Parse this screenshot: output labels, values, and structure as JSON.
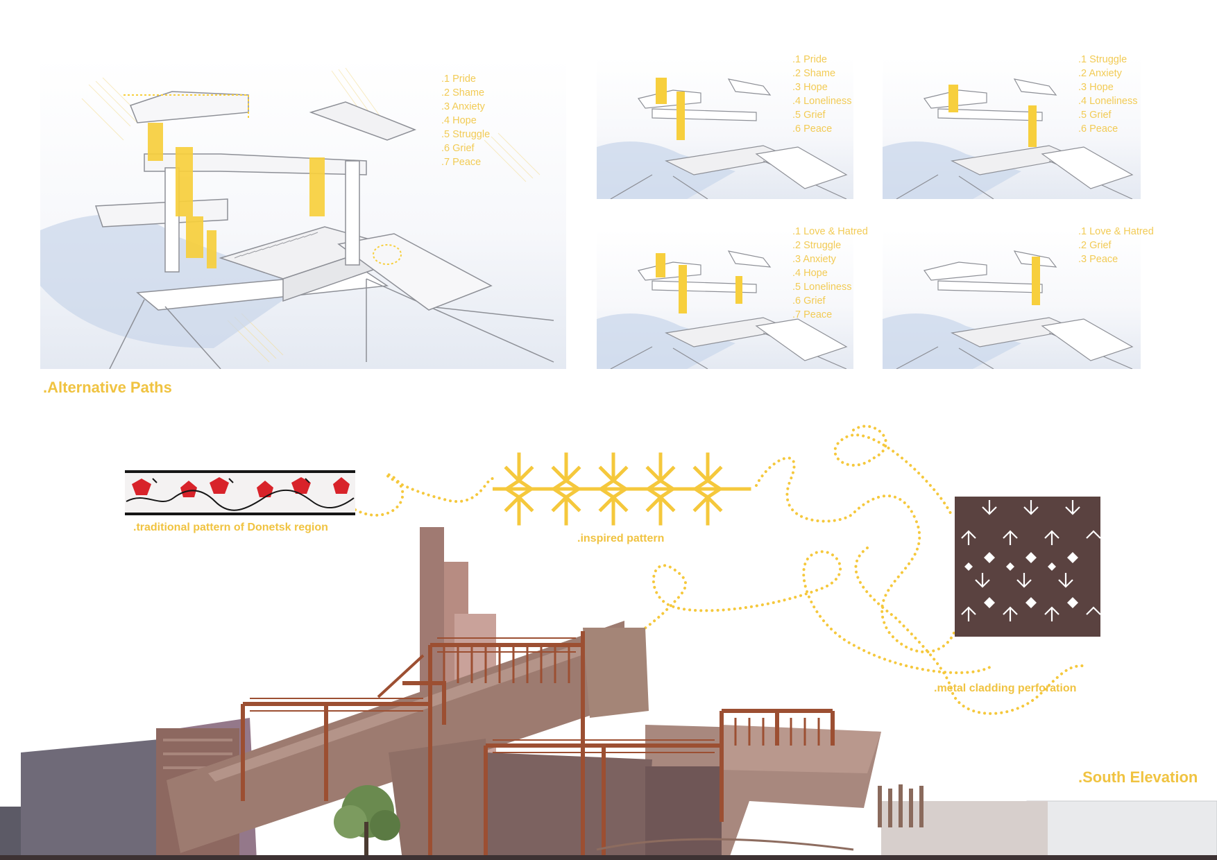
{
  "sections": {
    "alternative_paths": ".Alternative Paths",
    "south_elevation": ".South Elevation"
  },
  "captions": {
    "traditional": ".traditional pattern of Donetsk region",
    "inspired": ".inspired pattern",
    "cladding": ".metal cladding perforation"
  },
  "paths": {
    "main": [
      ".1 Pride",
      ".2 Shame",
      ".3 Anxiety",
      ".4 Hope",
      ".5 Struggle",
      ".6 Grief",
      ".7 Peace"
    ],
    "tr1": [
      ".1 Pride",
      ".2 Shame",
      ".3 Hope",
      ".4 Loneliness",
      ".5 Grief",
      ".6 Peace"
    ],
    "tr2": [
      ".1 Struggle",
      ".2 Anxiety",
      ".3 Hope",
      ".4 Loneliness",
      ".5 Grief",
      ".6 Peace"
    ],
    "br1": [
      ".1 Love & Hatred",
      ".2 Struggle",
      ".3 Anxiety",
      ".4 Hope",
      ".5 Loneliness",
      ".6 Grief",
      ".7 Peace"
    ],
    "br2": [
      ".1 Love & Hatred",
      ".2 Grief",
      ".3 Peace"
    ]
  },
  "colors": {
    "accent": "#f0c341",
    "cladding": "#5a4240",
    "steel": "#a0583c",
    "embroidery_red": "#d8232a"
  }
}
